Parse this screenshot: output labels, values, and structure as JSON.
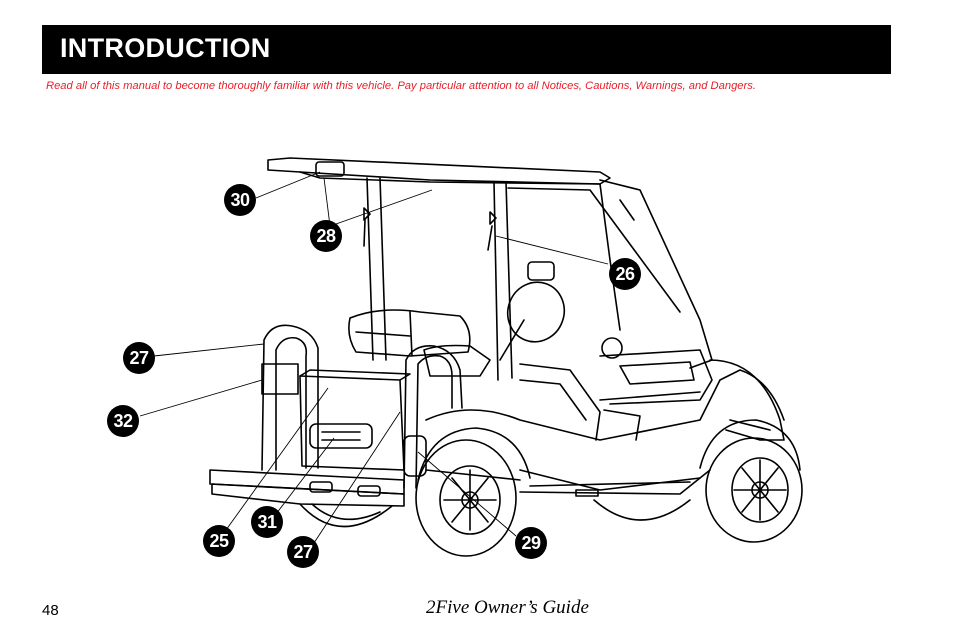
{
  "header": {
    "title": "INTRODUCTION",
    "note": "Read all of this manual to become thoroughly familiar with this vehicle. Pay particular attention to all Notices, Cautions, Warnings, and Dangers."
  },
  "figure": {
    "subject": "vehicle-rear-quarter-line-drawing",
    "callouts": [
      "30",
      "28",
      "26",
      "27",
      "32",
      "25",
      "31",
      "27",
      "29"
    ]
  },
  "footer": {
    "page_number": "48",
    "guide_title": "2Five Owner’s Guide"
  },
  "colors": {
    "header_bg": "#000000",
    "header_text": "#ffffff",
    "note_text": "#e8202a",
    "callout_bg": "#000000"
  }
}
